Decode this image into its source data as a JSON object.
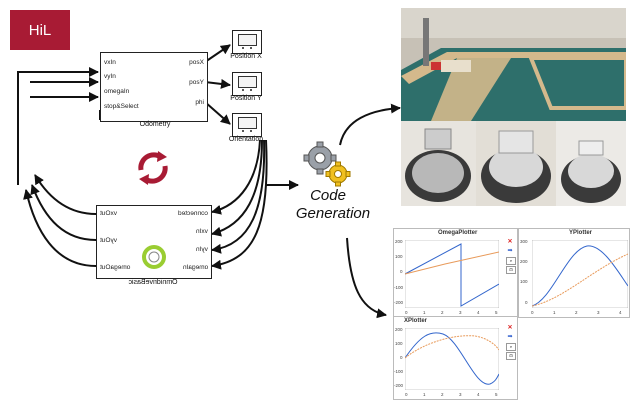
{
  "hil": {
    "label": "HiL"
  },
  "odometry": {
    "title": "Odometry",
    "inputs": [
      "vxIn",
      "vyIn",
      "omegaIn",
      "stop&Select"
    ],
    "outputs": [
      "posX",
      "posY",
      "phi"
    ]
  },
  "scopes": [
    {
      "label": "Position X"
    },
    {
      "label": "Position Y"
    },
    {
      "label": "Orientation"
    }
  ],
  "omnidrive": {
    "title": "OmnidriveBasic",
    "outputs": [
      "vxOut",
      "vyOut",
      "omegaOut"
    ],
    "inputs": [
      "connected",
      "vxIn",
      "vyIn",
      "omegaIn"
    ]
  },
  "codegen": {
    "line1": "Code",
    "line2": "Generation"
  },
  "photos": {
    "field": {
      "colors": {
        "wall": "#c7c1b6",
        "floor": "#2e6f6b",
        "fence": "#d4b98c"
      }
    },
    "robots": {
      "count": 3
    }
  },
  "plots": [
    {
      "title": "OmegaPlotter",
      "yticks": [
        "200",
        "100",
        "0",
        "-100",
        "-200"
      ],
      "xticks": [
        "0",
        "1",
        "2",
        "3",
        "4",
        "5"
      ],
      "controls": [
        "close-icon",
        "arrow-icon",
        "zoom-icon",
        "fit-icon"
      ]
    },
    {
      "title": "YPlotter",
      "yticks": [
        "300",
        "200",
        "100",
        "0"
      ],
      "xticks": [
        "0",
        "1",
        "2",
        "3",
        "4"
      ],
      "controls": []
    },
    {
      "title": "XPlotter",
      "yticks": [
        "200",
        "100",
        "0",
        "-100",
        "-200"
      ],
      "xticks": [
        "0",
        "1",
        "2",
        "3",
        "4",
        "5"
      ],
      "controls": [
        "close-icon",
        "arrow-icon",
        "zoom-icon",
        "fit-icon"
      ]
    }
  ],
  "colors": {
    "accent": "#a81b34",
    "cycle": "#a81b34",
    "series_blue": "#3366cc",
    "series_orange": "#e89a5a",
    "robot_ring": "#9acd32"
  }
}
